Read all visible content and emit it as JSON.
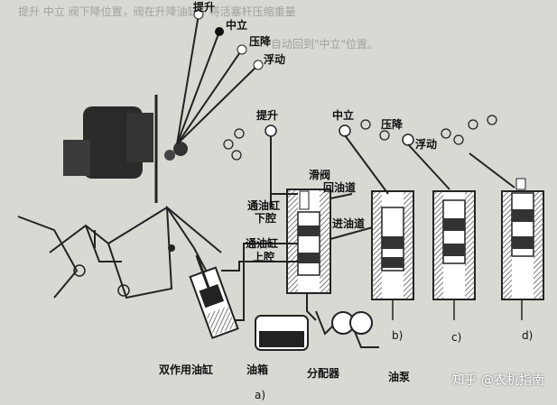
{
  "header_bleed": {
    "line1": "提升 中立 阀下降位置，阀在升降油缸，将活塞杆压缩重量",
    "line2": "自动回到\"中立\"位置。"
  },
  "top_lever_labels": {
    "lift": "提升",
    "neutral": "中立",
    "press": "压降",
    "float": "浮动"
  },
  "valve_labels": {
    "lift": "提升",
    "neutral": "中立",
    "press": "压降",
    "float": "浮动",
    "slide_valve": "滑阀",
    "return_channel": "回油道",
    "oil_inlet": "进油道",
    "cyl_lower_1": "通油缸",
    "cyl_lower_2": "下腔",
    "cyl_upper_1": "通油缸",
    "cyl_upper_2": "上腔"
  },
  "bottom_labels": {
    "double_cyl": "双作用油缸",
    "oil_tank": "油箱",
    "distributor": "分配器",
    "oil_pump": "油泵"
  },
  "sub_labels": {
    "a": "a)",
    "b": "b)",
    "c": "c)",
    "d": "d)"
  },
  "watermark": "知乎 @农机指南",
  "colors": {
    "paper": "#d9d9d4",
    "ink": "#1a1a1a",
    "hatch": "#555555"
  }
}
